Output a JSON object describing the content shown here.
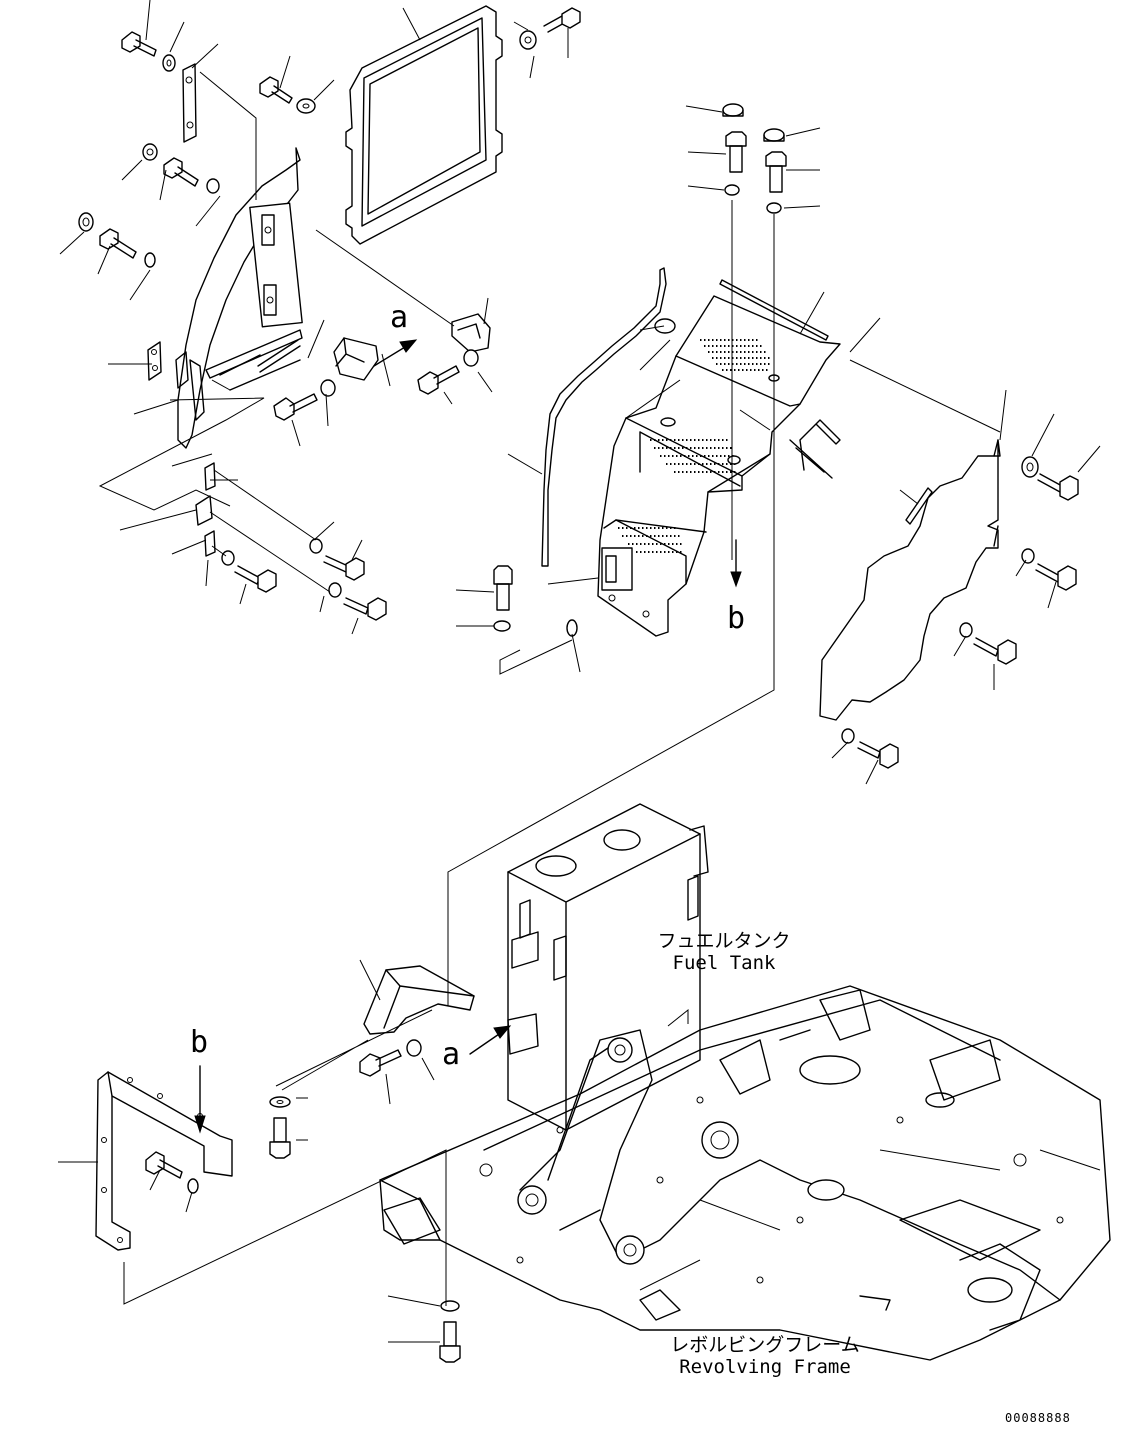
{
  "diagram": {
    "reference_marks": {
      "a": "a",
      "b": "b"
    },
    "captions": {
      "fuel_tank_ja": "フュエルタンク",
      "fuel_tank_en": "Fuel Tank",
      "revolving_frame_ja": "レボルビングフレーム",
      "revolving_frame_en": "Revolving Frame"
    },
    "document_number": "00088888"
  }
}
